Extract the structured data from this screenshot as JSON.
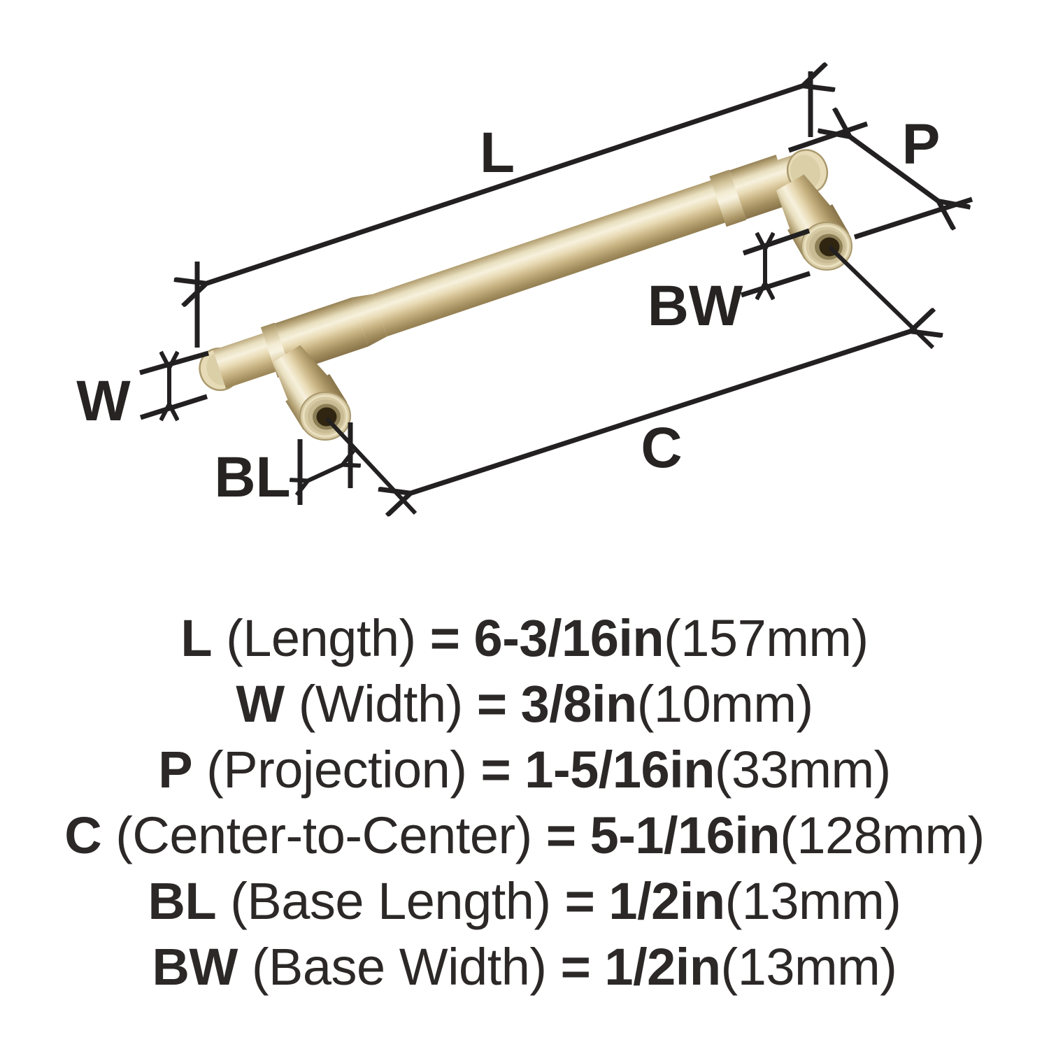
{
  "diagram": {
    "labels": {
      "L": "L",
      "P": "P",
      "W": "W",
      "BW": "BW",
      "BL": "BL",
      "C": "C"
    }
  },
  "specs": {
    "lines": [
      {
        "label": "L",
        "name": " (Length) ",
        "value": "= 6-3/16in",
        "metric": "(157mm)"
      },
      {
        "label": "W",
        "name": " (Width) ",
        "value": "= 3/8in",
        "metric": "(10mm)"
      },
      {
        "label": "P",
        "name": " (Projection) ",
        "value": "= 1-5/16in",
        "metric": "(33mm)"
      },
      {
        "label": "C",
        "name": " (Center-to-Center) ",
        "value": "= 5-1/16in",
        "metric": "(128mm)"
      },
      {
        "label": "BL",
        "name": " (Base Length) ",
        "value": "= 1/2in",
        "metric": "(13mm)"
      },
      {
        "label": "BW",
        "name": " (Base Width) ",
        "value": "= 1/2in",
        "metric": "(13mm)"
      }
    ]
  },
  "colors": {
    "line": "#232021",
    "text": "#2b2827",
    "gold_highlight": "#f6f0dc",
    "gold_mid": "#d8c89e",
    "gold_dark": "#8a7750",
    "screw_hole": "#2f2511",
    "background": "#ffffff"
  }
}
